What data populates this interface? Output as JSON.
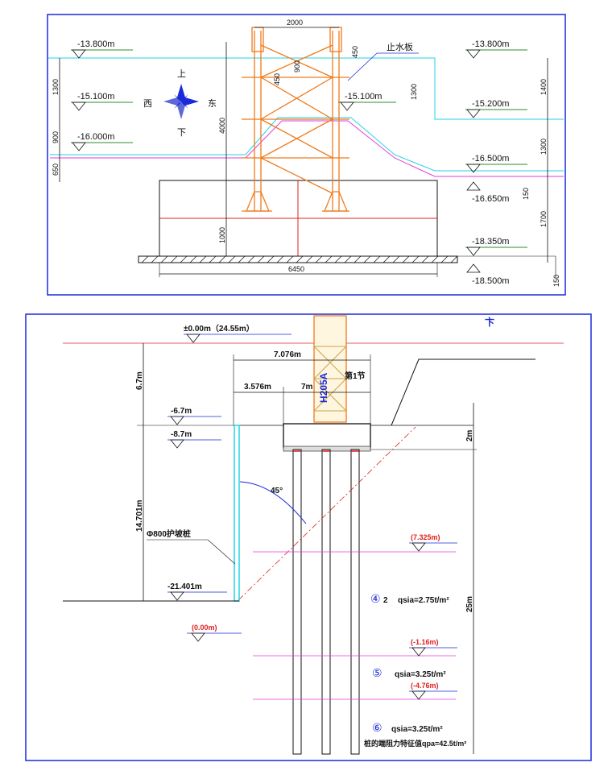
{
  "top_diagram": {
    "width_dim": "2000",
    "stop_water_label": "止水板",
    "compass": {
      "north": "上",
      "south": "下",
      "west": "西",
      "east": "东"
    },
    "left_levels": [
      "-13.800m",
      "-15.100m",
      "-16.000m"
    ],
    "right_levels": [
      "-13.800m",
      "-15.200m",
      "-16.500m",
      "-16.650m",
      "-18.350m",
      "-18.500m"
    ],
    "mid_level": "-15.100m",
    "left_dims": [
      "1300",
      "900",
      "650"
    ],
    "right_dims": [
      "1400",
      "1300",
      "150",
      "1700",
      "150"
    ],
    "inner_dims": [
      "4000",
      "1000",
      "450",
      "900",
      "450",
      "1300"
    ],
    "bottom_dim": "6450",
    "colors": {
      "frame": "#1a2ad8",
      "crane": "#f07a1a",
      "cyan": "#22d3e6",
      "magenta": "#e63bd8",
      "green": "#2e8b2e",
      "red": "#e02020"
    }
  },
  "bottom_diagram": {
    "ground_level": "±0.00m（24.55m）",
    "dim_7076": "7.076m",
    "dim_3576": "3.576m",
    "dim_7": "7m",
    "section_label": "第1节",
    "mast_label": "H205A",
    "top_mark": "卞",
    "dim_67": "6.7m",
    "level_67": "-6.7m",
    "level_87": "-8.7m",
    "dim_2m": "2m",
    "angle": "45°",
    "dim_14701": "14.701m",
    "slope_pile": "Φ800护坡桩",
    "level_21401": "-21.401m",
    "red_levels": [
      "(0.00m)",
      "(7.325m)",
      "(-1.16m)",
      "(-4.76m)"
    ],
    "dim_25m": "25m",
    "layers": [
      {
        "num": "④",
        "sub": "2",
        "text": "qsia=2.75t/m²"
      },
      {
        "num": "⑤",
        "sub": "",
        "text": "qsia=3.25t/m²"
      },
      {
        "num": "⑥",
        "sub": "",
        "text": "qsia=3.25t/m²"
      }
    ],
    "end_resistance": "桩的端阻力特征值qpa=42.5t/m²"
  }
}
